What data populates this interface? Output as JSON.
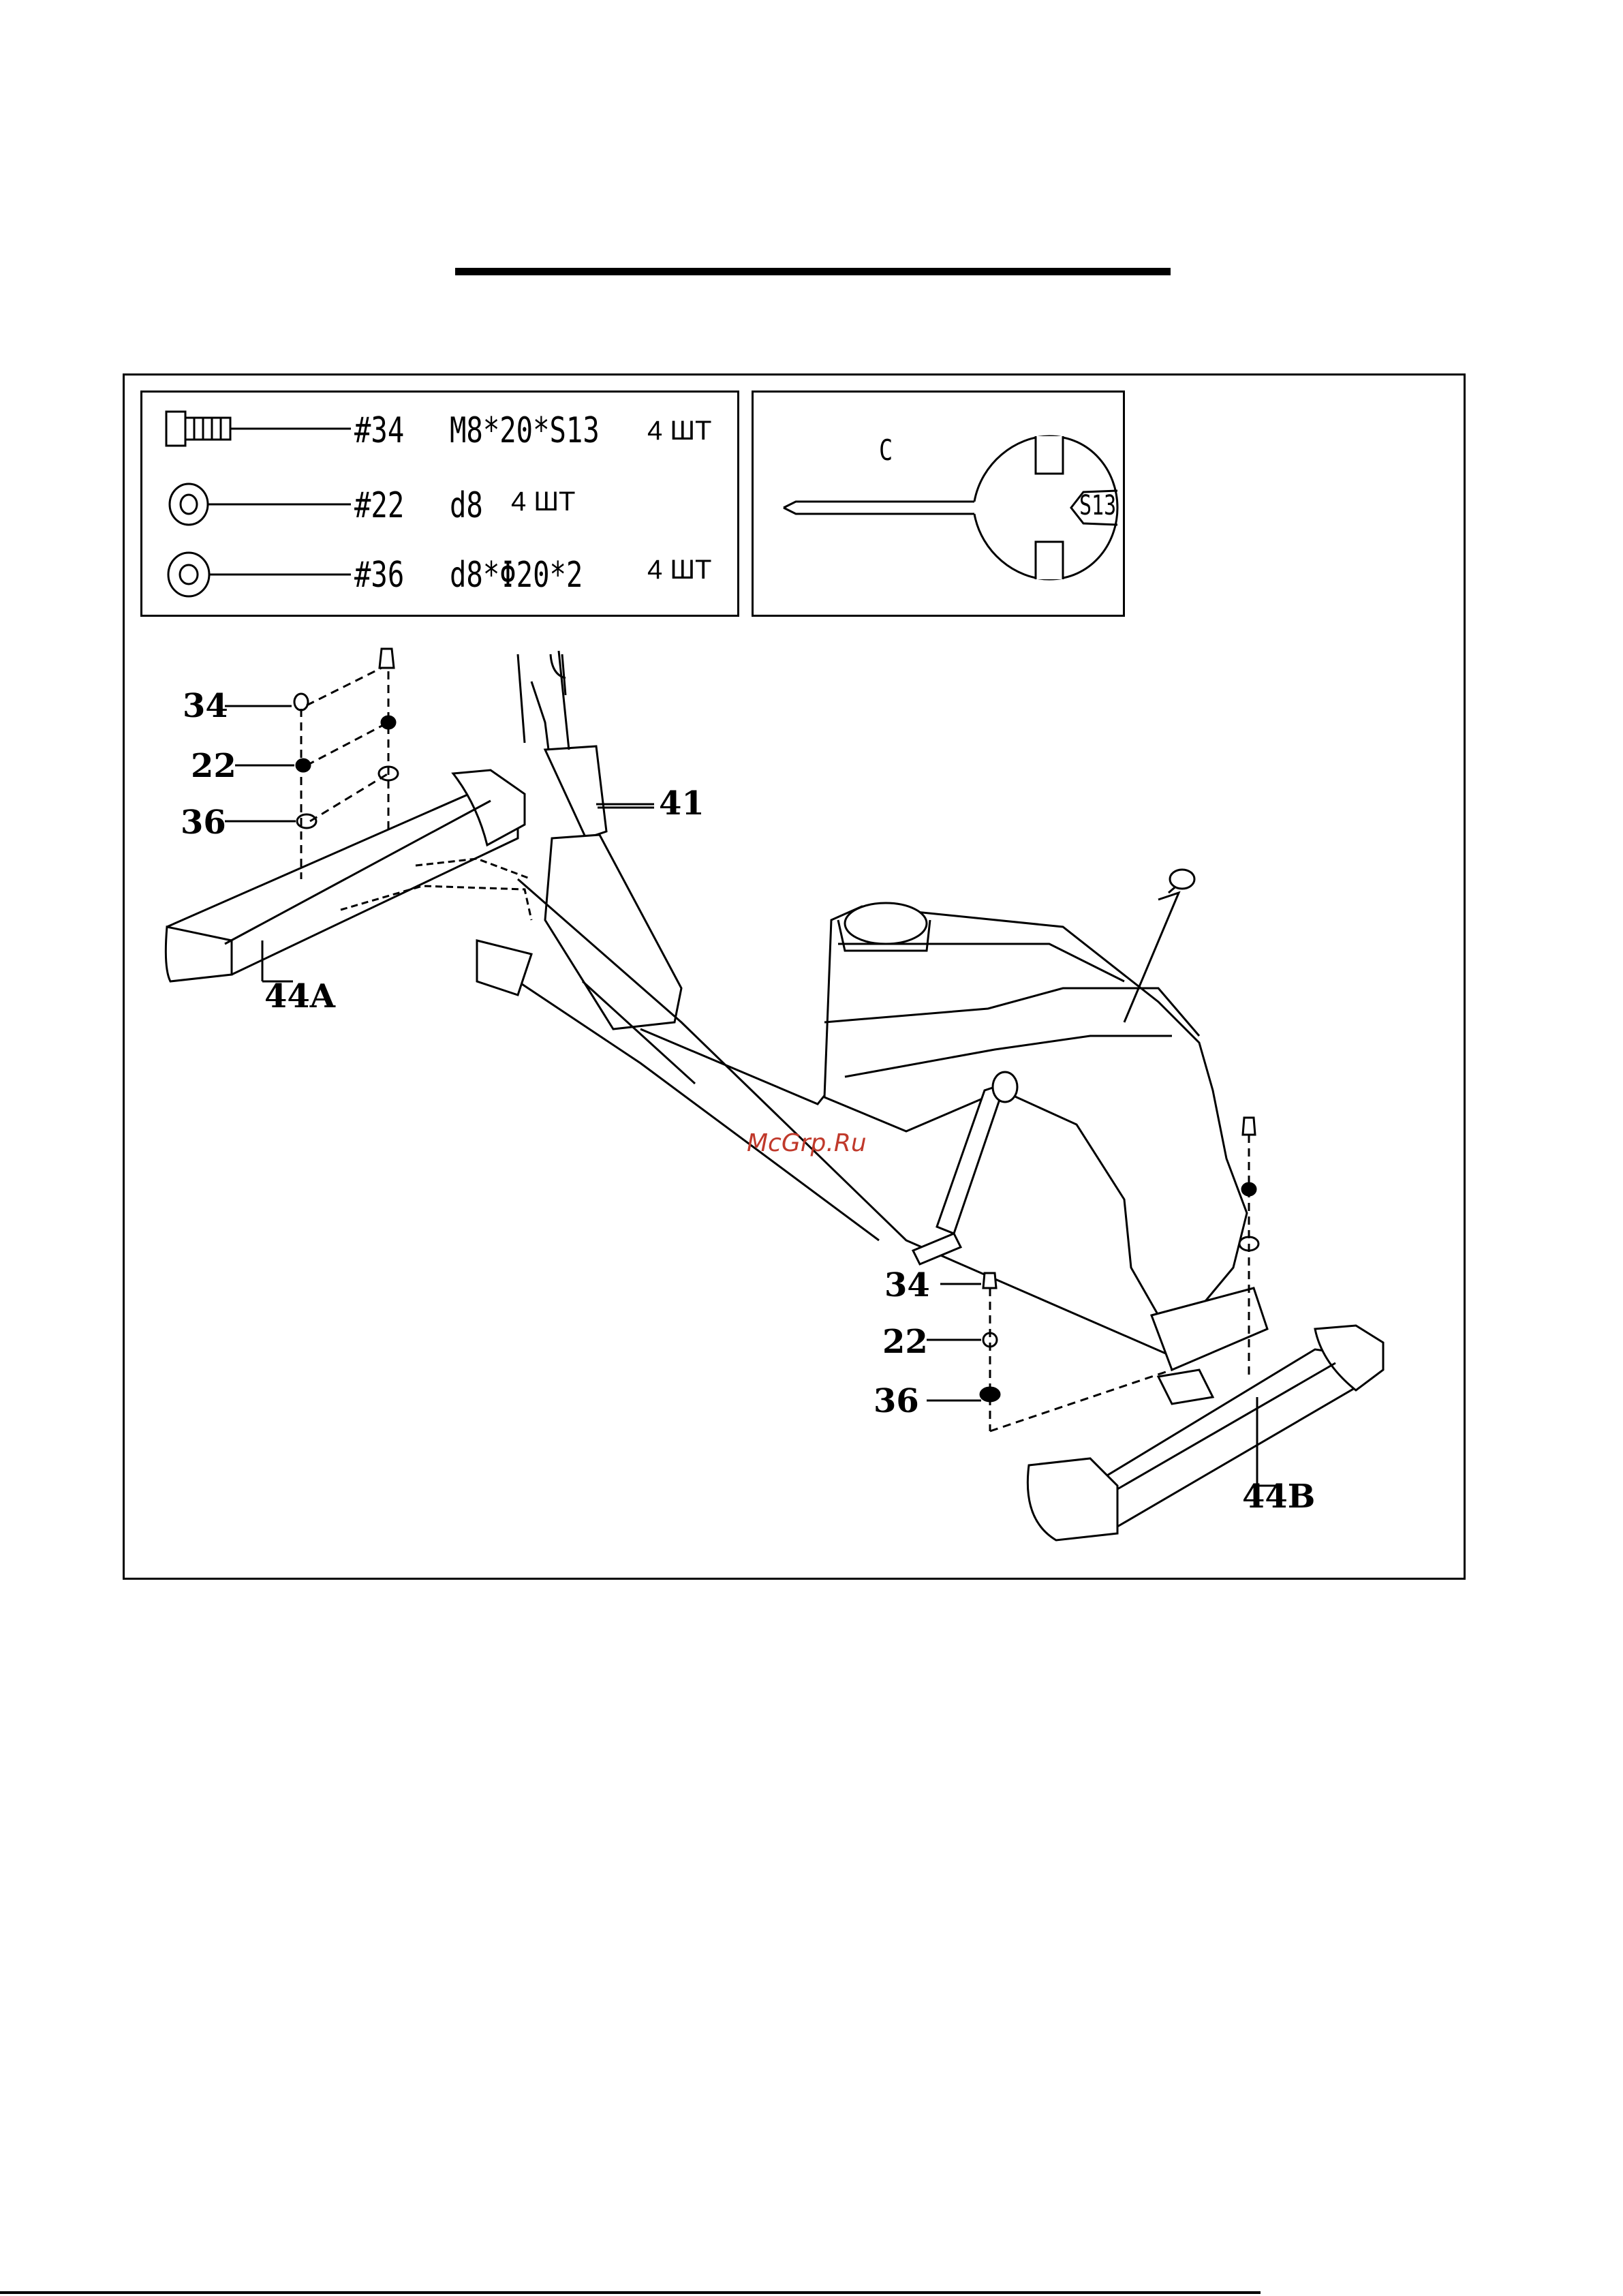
{
  "hardware": [
    {
      "number": "#34",
      "spec": "M8*20*S13",
      "qty": "4 ШТ",
      "icon": "bolt-icon"
    },
    {
      "number": "#22",
      "spec": "d8",
      "qty": "4 ШТ",
      "icon": "spring-washer-icon"
    },
    {
      "number": "#36",
      "spec": "d8*Φ20*2",
      "qty": "4 ШТ",
      "icon": "flat-washer-icon"
    }
  ],
  "tool": {
    "letter": "C",
    "size": "S13",
    "icon": "wrench-icon"
  },
  "callouts": {
    "left_34": "34",
    "left_22": "22",
    "left_36": "36",
    "post_41": "41",
    "front_stab": "44A",
    "right_34": "34",
    "right_22": "22",
    "right_36": "36",
    "rear_stab": "44B"
  },
  "watermark": "McGrp.Ru"
}
